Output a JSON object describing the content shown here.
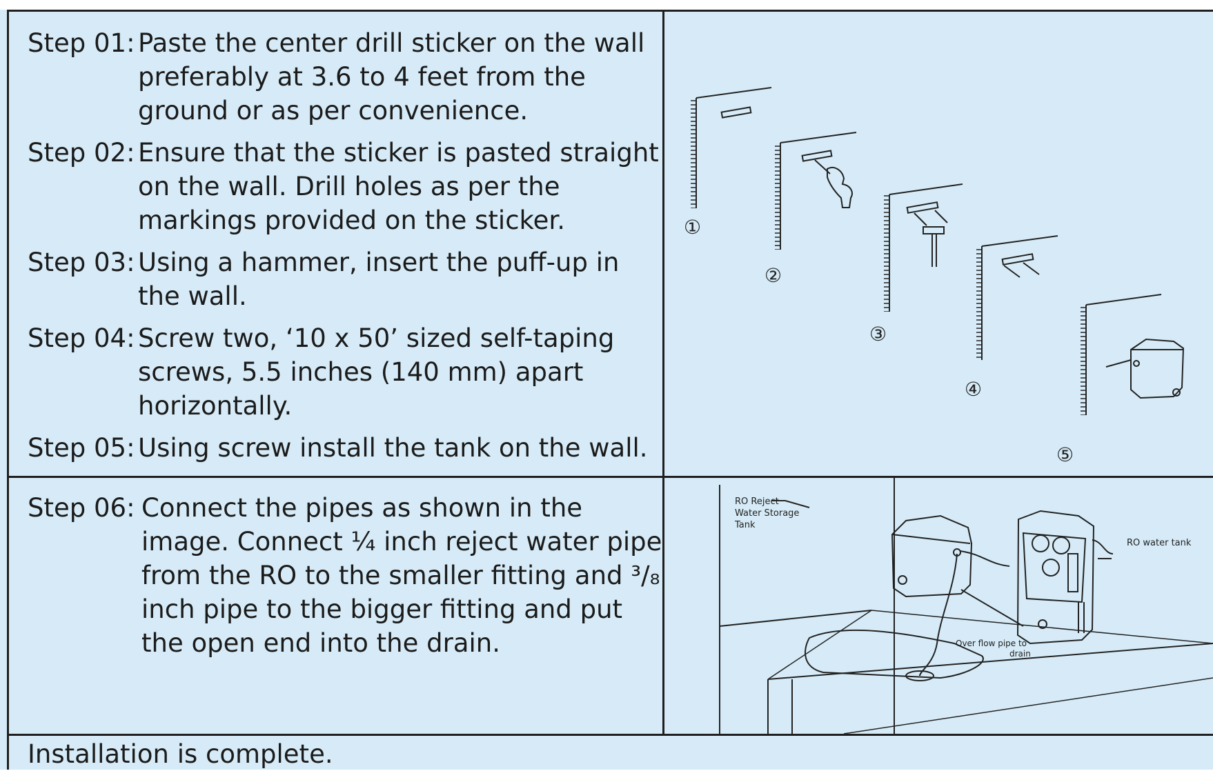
{
  "steps": [
    {
      "label": "Step 01:",
      "text": "Paste the center drill sticker on the wall preferably at 3.6 to 4 feet from the ground or as per convenience."
    },
    {
      "label": "Step 02:",
      "text": "Ensure that the sticker is pasted straight on the wall. Drill holes as per the markings provided on the sticker."
    },
    {
      "label": "Step 03:",
      "text": "Using a hammer, insert the puff-up in the wall."
    },
    {
      "label": "Step 04:",
      "text": "Screw two, ‘10 x 50’ sized self-taping screws, 5.5 inches (140 mm) apart horizontally."
    },
    {
      "label": "Step 05:",
      "text": "Using screw install the tank on the wall."
    }
  ],
  "step6": {
    "label": "Step 06:",
    "text": "Connect the pipes as shown in the image. Connect ¼ inch reject water pipe from the RO to the smaller fitting and ³/₈ inch pipe to the bigger fitting and put the open end into the drain."
  },
  "diagram_numbers": [
    "①",
    "②",
    "③",
    "④",
    "⑤"
  ],
  "callouts": {
    "reject_tank_line1": "RO Reject",
    "reject_tank_line2": "Water Storage",
    "reject_tank_line3": "Tank",
    "ro_tank": "RO water tank",
    "overflow_line1": "Over flow pipe to",
    "overflow_line2": "drain"
  },
  "final": "Installation is complete.",
  "colors": {
    "panel": "#d6ebf7",
    "border": "#1f1f1f"
  }
}
